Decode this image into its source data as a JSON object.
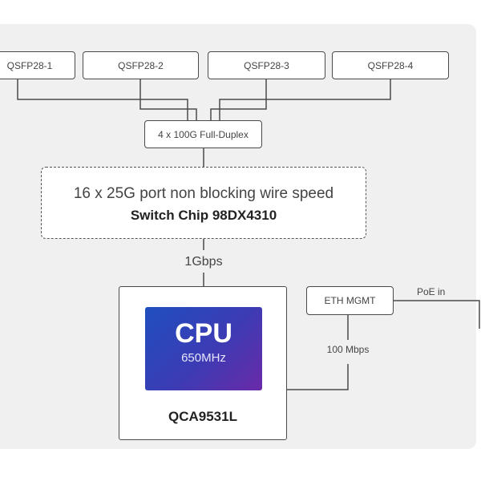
{
  "ports": [
    "QSFP28-1",
    "QSFP28-2",
    "QSFP28-3",
    "QSFP28-4"
  ],
  "aggregator": "4 x 100G Full-Duplex",
  "switch": {
    "description": "16 x 25G port non blocking wire speed",
    "chip": "Switch Chip 98DX4310"
  },
  "link_speed": "1Gbps",
  "cpu": {
    "title": "CPU",
    "frequency": "650MHz",
    "model": "QCA9531L"
  },
  "mgmt": {
    "label": "ETH MGMT",
    "poe": "PoE in",
    "speed": "100 Mbps"
  },
  "colors": {
    "panel": "#f0f0f0",
    "border": "#4a4a4a",
    "cpu_gradient_start": "#1f4fbf",
    "cpu_gradient_end": "#6a2aa8"
  }
}
